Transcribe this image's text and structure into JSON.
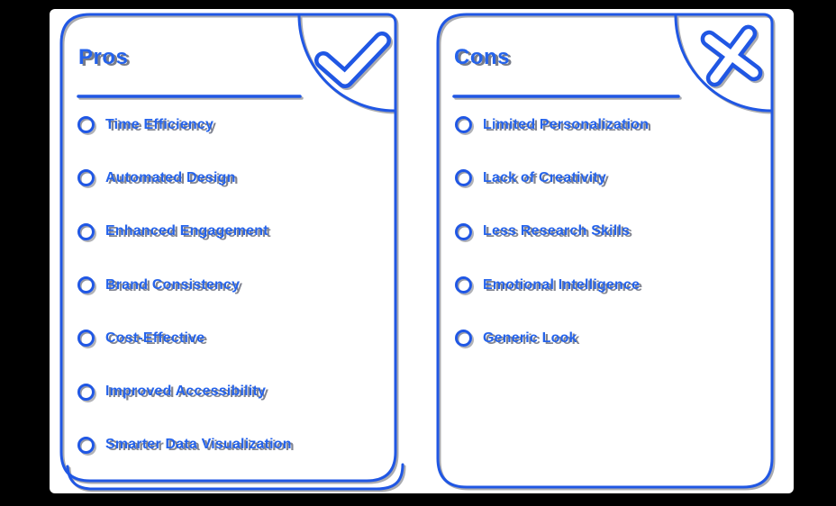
{
  "colors": {
    "background": "#000000",
    "panel": "#ffffff",
    "stroke_blue": "#2057e4",
    "text_blue": "#2563eb",
    "shadow_gray": "rgba(88,92,108,0.8)"
  },
  "pros_card": {
    "title": "Pros",
    "corner_icon": "check-icon",
    "items": [
      "Time Efficiency",
      "Automated Design",
      "Enhanced Engagement",
      "Brand Consistency",
      "Cost-Effective",
      "Improved Accessibility",
      "Smarter Data Visualization"
    ]
  },
  "cons_card": {
    "title": "Cons",
    "corner_icon": "x-icon",
    "items": [
      "Limited Personalization",
      "Lack of Creativity",
      "Less Research Skills",
      "Emotional Intelligence",
      "Generic Look"
    ]
  }
}
